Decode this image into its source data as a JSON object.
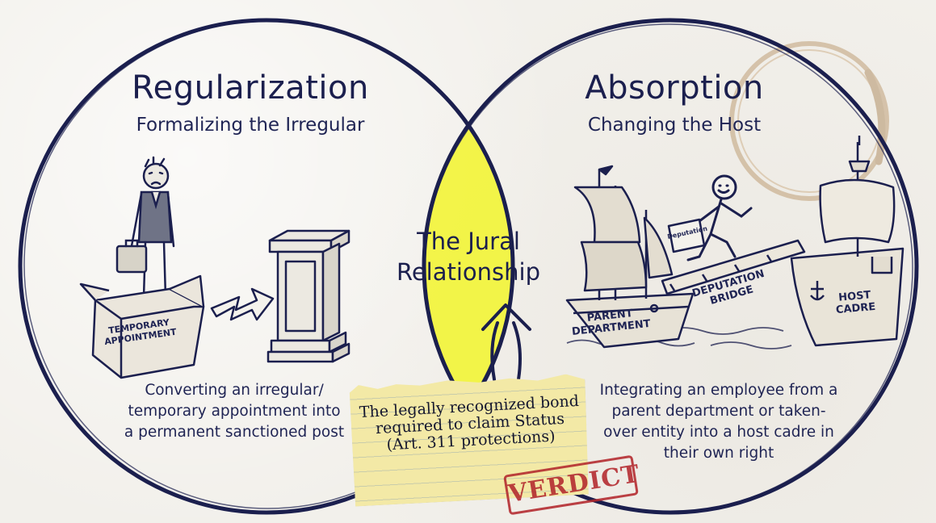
{
  "left": {
    "title": "Regularization",
    "subtitle": "Formalizing the Irregular",
    "description": "Converting an irregular/ temporary appointment into a permanent sanctioned post",
    "box_label_line1": "TEMPORARY",
    "box_label_line2": "APPOINTMENT"
  },
  "right": {
    "title": "Absorption",
    "subtitle": "Changing the Host",
    "description": "Integrating an employee from a parent department or taken-over entity into a host cadre in their own right",
    "parent_line1": "PARENT",
    "parent_line2": "DEPARTMENT",
    "bridge_line1": "DEPUTATION",
    "bridge_line2": "BRIDGE",
    "host_line1": "HOST",
    "host_line2": "CADRE",
    "briefcase_label": "Deputation"
  },
  "center": {
    "title_line1": "The Jural",
    "title_line2": "Relationship",
    "highlight_color": "#f2f52c"
  },
  "note": {
    "text": "The legally recognized bond required to claim Status (Art. 311 protections)",
    "stamp": "VERDICT",
    "stamp_color": "#b3282d"
  },
  "colors": {
    "ink": "#1f2454",
    "paper": "#f2f0eb"
  },
  "icons": {
    "arrow": "zigzag-arrow-icon",
    "pedestal": "pedestal-icon",
    "ship": "ship-icon"
  }
}
